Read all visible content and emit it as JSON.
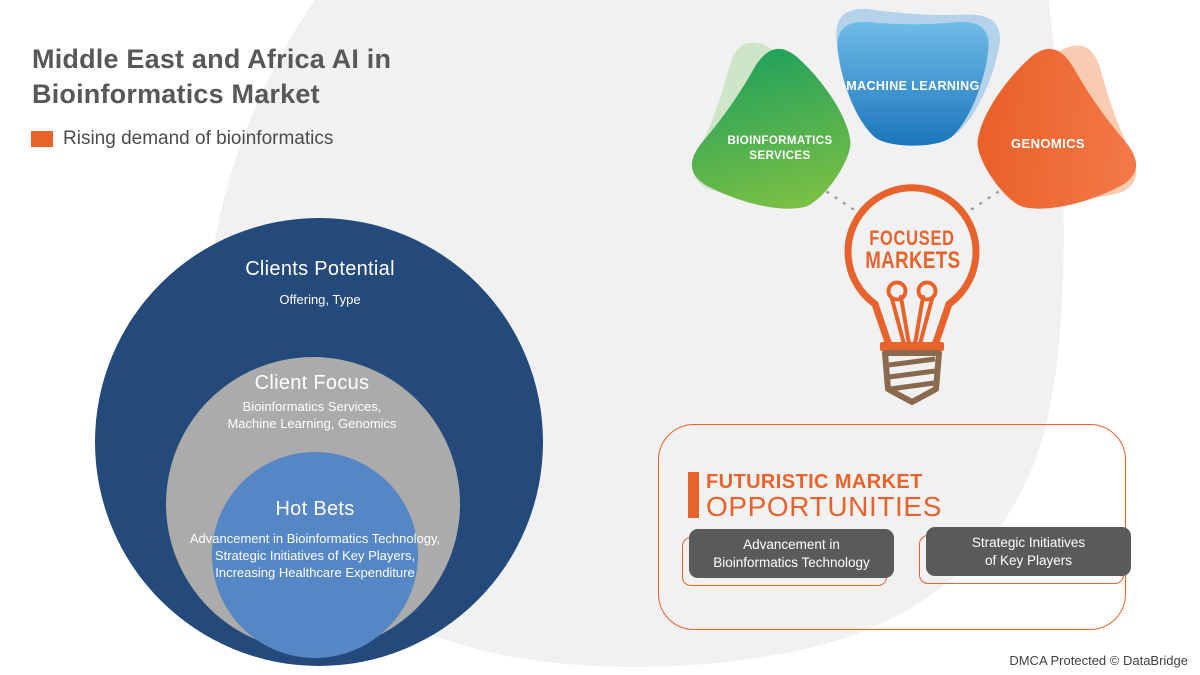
{
  "header": {
    "title_line1": "Middle East and Africa AI in",
    "title_line2": "Bioinformatics Market",
    "subtitle": "Rising demand of bioinformatics"
  },
  "venn": {
    "outer": {
      "title": "Clients Potential",
      "subtitle": "Offering, Type"
    },
    "middle": {
      "title": "Client Focus",
      "line1": "Bioinformatics Services,",
      "line2": "Machine Learning, Genomics"
    },
    "inner": {
      "title": "Hot Bets",
      "line1": "Advancement in Bioinformatics Technology,",
      "line2": "Strategic Initiatives of Key Players,",
      "line3": "Increasing Healthcare Expenditure"
    }
  },
  "focus_shapes": {
    "green": {
      "label_line1": "BIOINFORMATICS",
      "label_line2": "SERVICES"
    },
    "blue": {
      "label": "MACHINE LEARNING"
    },
    "orange": {
      "label": "GENOMICS"
    }
  },
  "bulb": {
    "line1": "FOCUSED",
    "line2": "MARKETS"
  },
  "opportunities": {
    "title_line1": "FUTURISTIC MARKET",
    "title_line2": "OPPORTUNITIES",
    "items": [
      {
        "line1": "Advancement in",
        "line2": "Bioinformatics Technology"
      },
      {
        "line1": "Strategic Initiatives",
        "line2": "of Key Players"
      }
    ]
  },
  "footer": {
    "text": "DMCA Protected © DataBridge"
  },
  "colors": {
    "accent_orange": "#e8622c",
    "outer_circle_blue": "#24497b",
    "middle_circle_gray": "#ababab",
    "inner_circle_blue": "#5586c6",
    "green_gradient": [
      "#8dc63f",
      "#1fa05c"
    ],
    "blue_gradient": [
      "#70bce8",
      "#1b75bb"
    ],
    "orange_gradient": [
      "#f37b4a",
      "#e85b22"
    ],
    "bulb_base_brown": "#8a6a4c",
    "button_gray": "#595a5c",
    "background_blob": "#f1f1f2",
    "title_gray": "#57585a"
  }
}
